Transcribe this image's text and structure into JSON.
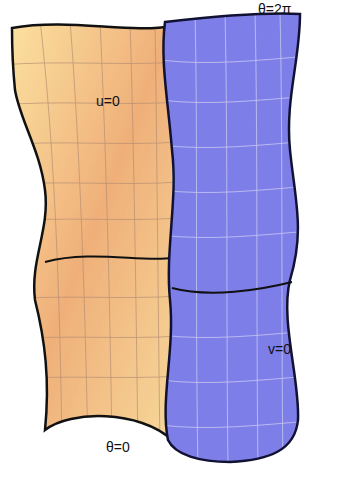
{
  "diagram": {
    "labels": [
      "θ=2π",
      "u=0",
      "v=0",
      "θ=0"
    ]
  }
}
